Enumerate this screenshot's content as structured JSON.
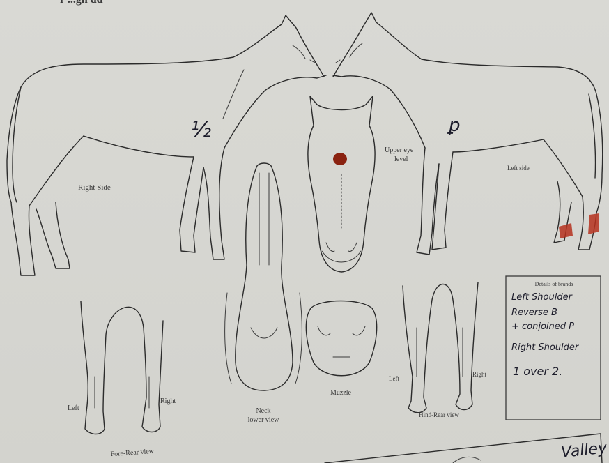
{
  "header": {
    "title_fragment": "r ...gn dd"
  },
  "labels": {
    "right_side": "Right Side",
    "left_side": "Left side",
    "upper_eye_level": "Upper eye\nlevel",
    "neck_lower_view": "Neck\nlower view",
    "muzzle": "Muzzle",
    "fore_rear_view": "Fore-Rear view",
    "fore_left": "Left",
    "fore_right": "Right",
    "hind_rear_view": "Hind-Rear view",
    "hind_left": "Left",
    "hind_right": "Right"
  },
  "brand_marks": {
    "right_shoulder_mark": "½",
    "left_shoulder_mark": "ꝑ"
  },
  "brands_box": {
    "title": "Details of brands",
    "lines": [
      "Left Shoulder",
      "Reverse B",
      "+ conjoined P",
      "Right Shoulder",
      "1 over 2."
    ]
  },
  "footer": {
    "handwriting_fragment": "Valley"
  },
  "colors": {
    "marking_red": "#b5311f",
    "ink": "#2b2b2b",
    "paper": "#d8d8d3"
  }
}
